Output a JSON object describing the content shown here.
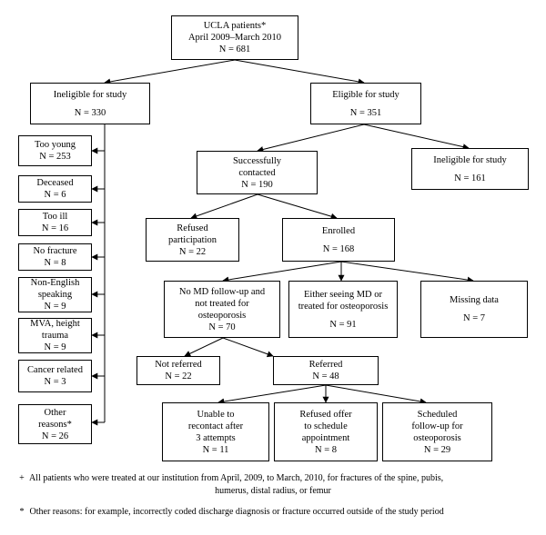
{
  "nodes": {
    "ucla": {
      "l1": "UCLA patients*",
      "l2": "April 2009–March 2010",
      "n": "N = 681"
    },
    "inel330": {
      "l1": "Ineligible for study",
      "n": "N = 330"
    },
    "elig351": {
      "l1": "Eligible for study",
      "n": "N = 351"
    },
    "inel161": {
      "l1": "Ineligible for study",
      "n": "N = 161"
    },
    "contacted": {
      "l1": "Successfully",
      "l2": "contacted",
      "n": "N = 190"
    },
    "refused": {
      "l1": "Refused",
      "l2": "participation",
      "n": "N = 22"
    },
    "enrolled": {
      "l1": "Enrolled",
      "n": "N = 168"
    },
    "nofollow": {
      "l1": "No MD follow-up and",
      "l2": "not treated for",
      "l3": "osteoporosis",
      "n": "N = 70"
    },
    "seeing": {
      "l1": "Either seeing MD or",
      "l2": "treated for osteoporosis",
      "n": "N = 91"
    },
    "missing": {
      "l1": "Missing data",
      "n": "N = 7"
    },
    "notref": {
      "l1": "Not referred",
      "n": "N = 22"
    },
    "referred": {
      "l1": "Referred",
      "n": "N = 48"
    },
    "unable": {
      "l1": "Unable to",
      "l2": "recontact after",
      "l3": "3 attempts",
      "n": "N = 11"
    },
    "refoffer": {
      "l1": "Refused offer",
      "l2": "to schedule",
      "l3": "appointment",
      "n": "N = 8"
    },
    "scheduled": {
      "l1": "Scheduled",
      "l2": "follow-up for",
      "l3": "osteoporosis",
      "n": "N = 29"
    },
    "young": {
      "l1": "Too young",
      "n": "N = 253"
    },
    "deceased": {
      "l1": "Deceased",
      "n": "N = 6"
    },
    "ill": {
      "l1": "Too ill",
      "n": "N = 16"
    },
    "nofrac": {
      "l1": "No fracture",
      "n": "N = 8"
    },
    "nonenglish": {
      "l1": "Non-English",
      "l2": "speaking",
      "n": "N = 9"
    },
    "mva": {
      "l1": "MVA, height",
      "l2": "trauma",
      "n": "N = 9"
    },
    "cancer": {
      "l1": "Cancer related",
      "n": "N = 3"
    },
    "other": {
      "l1": "Other",
      "l2": "reasons*",
      "n": "N = 26"
    }
  },
  "footnotes": {
    "plus_mark": "+",
    "plus_l1": "All patients who were treated at our institution from April, 2009, to March, 2010, for fractures of the spine, pubis,",
    "plus_l2": "humerus, distal radius, or femur",
    "star_mark": "*",
    "star_l1": "Other reasons: for example, incorrectly coded discharge diagnosis or fracture occurred outside of the study period"
  }
}
